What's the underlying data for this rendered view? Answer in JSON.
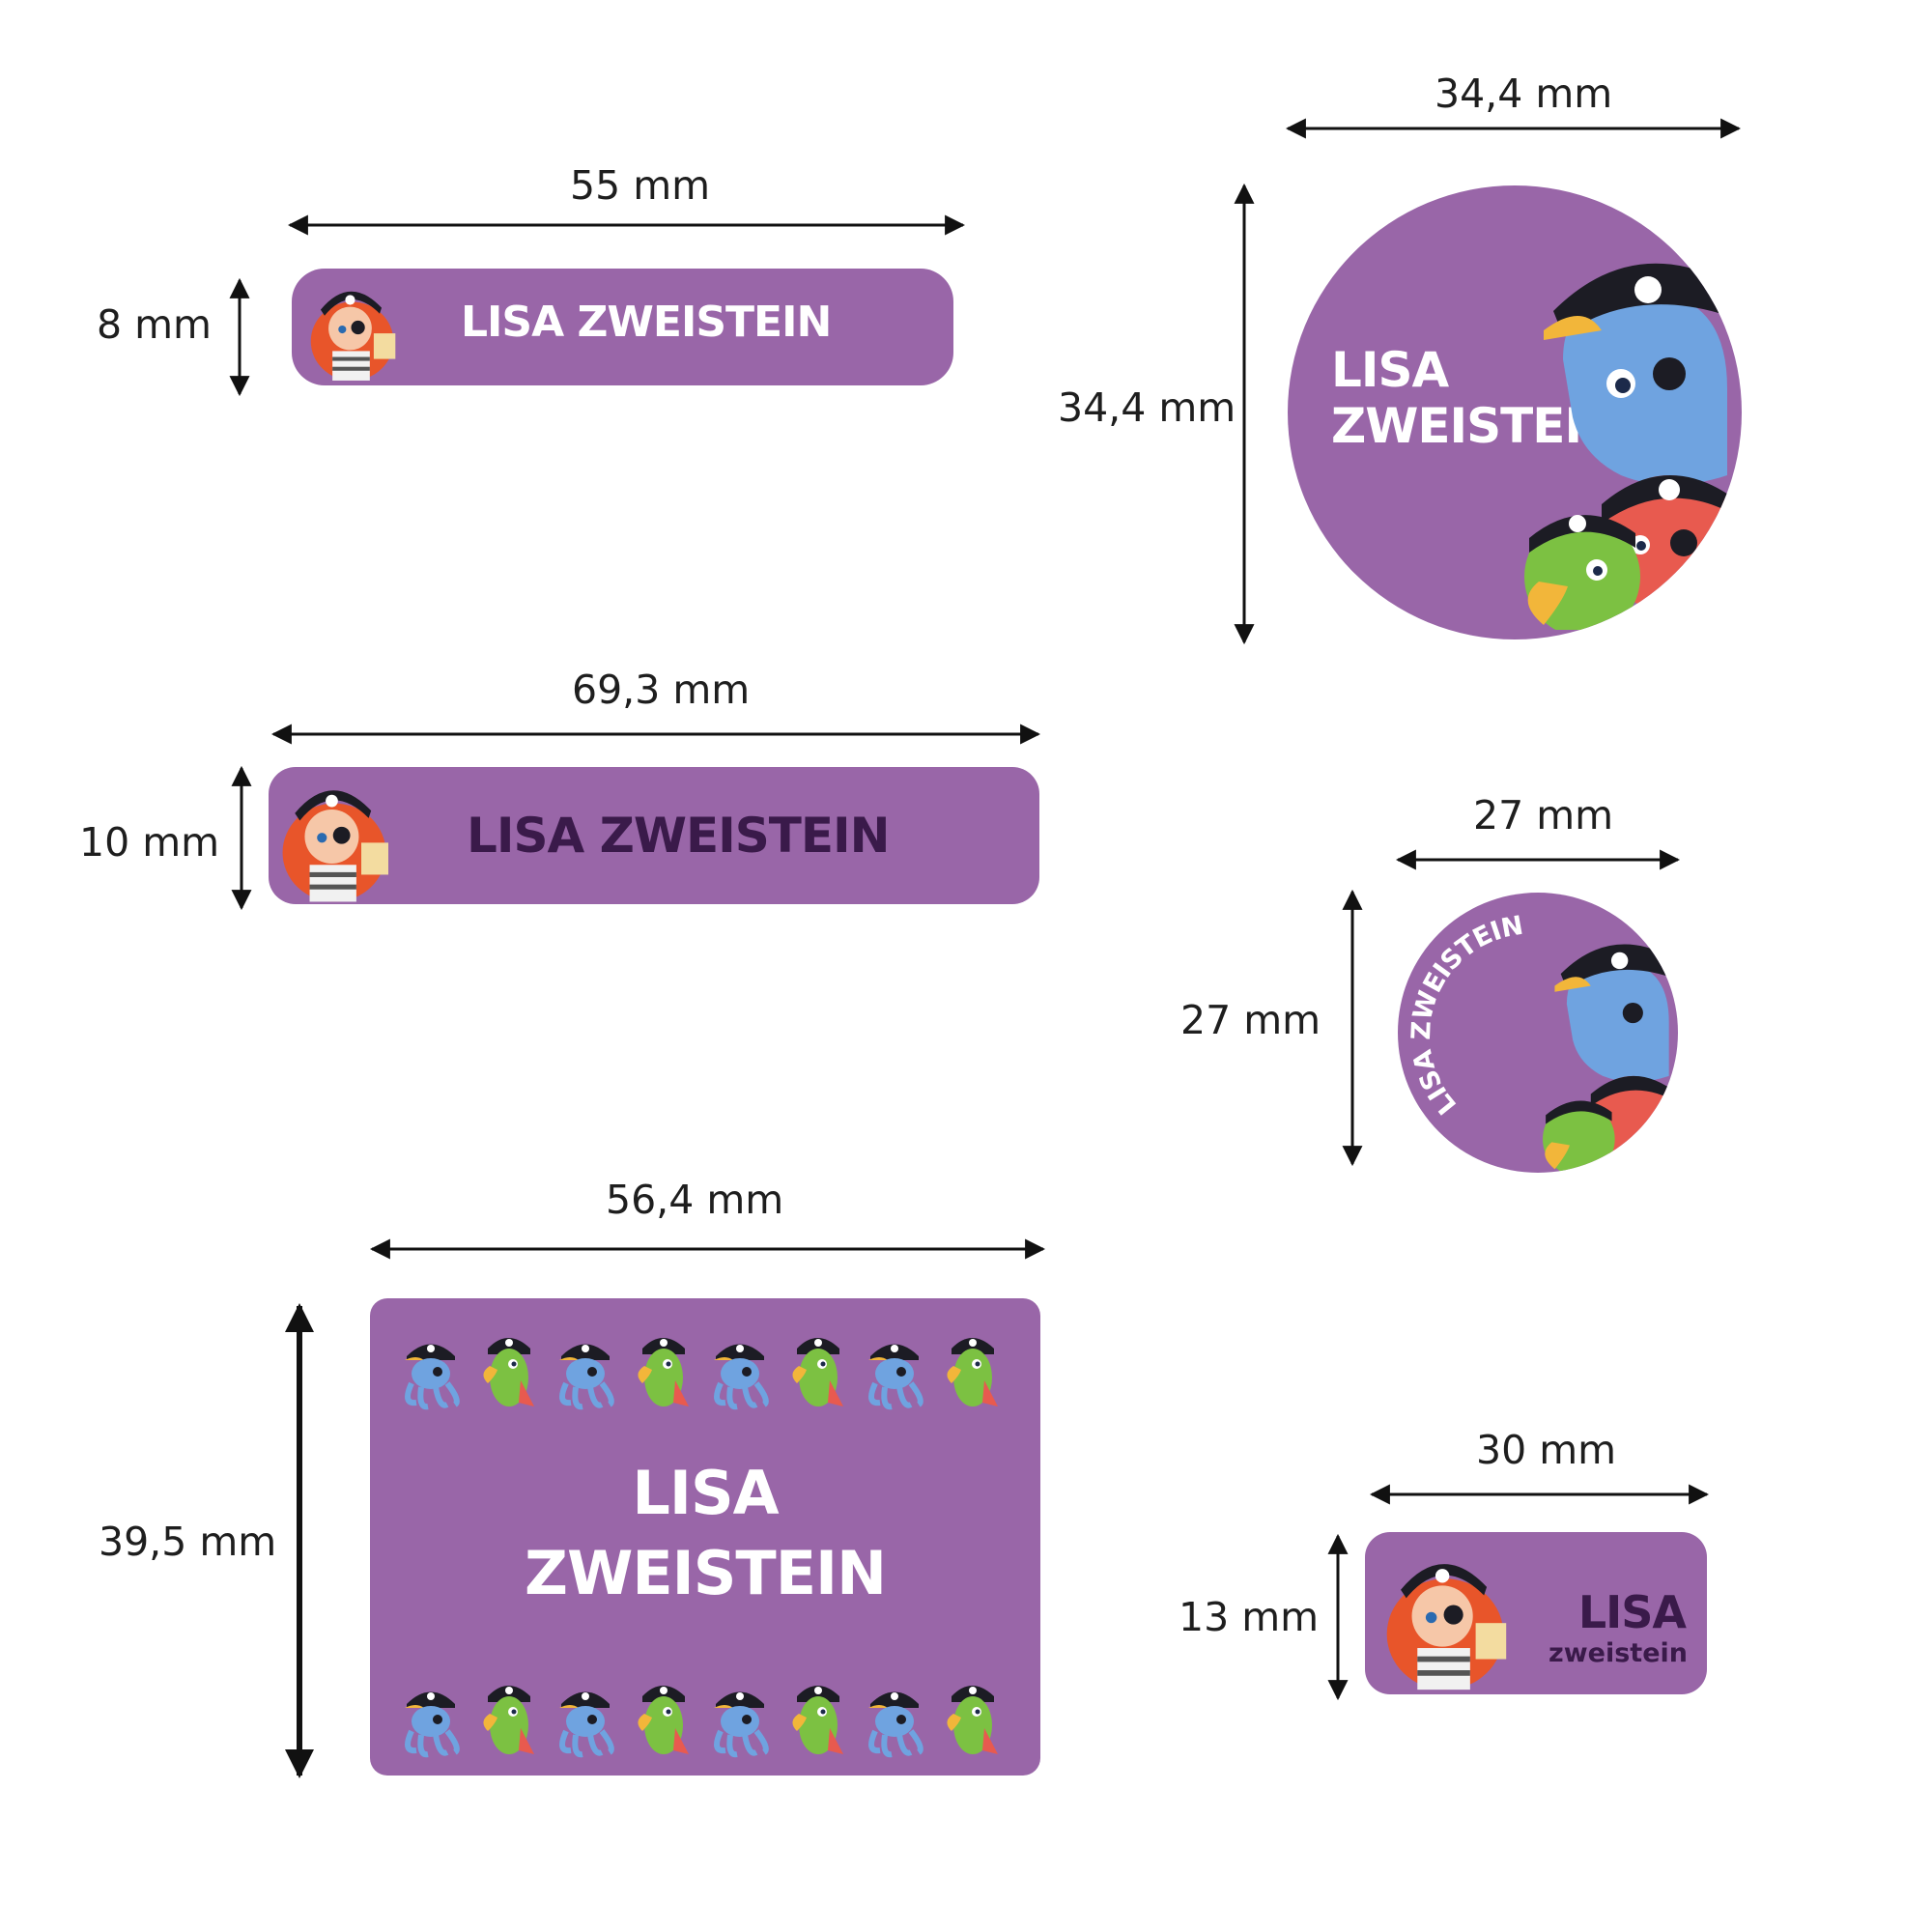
{
  "label_text": {
    "full": "LISA ZWEISTEIN",
    "first": "LISA",
    "last": "ZWEISTEIN",
    "last_small": "zweistein"
  },
  "dimensions": {
    "strip_small_width": "55 mm",
    "strip_small_height": "8 mm",
    "round_large_width": "34,4 mm",
    "round_large_height": "34,4 mm",
    "strip_large_width": "69,3 mm",
    "strip_large_height": "10 mm",
    "round_small_width": "27 mm",
    "round_small_height": "27 mm",
    "rect_width": "56,4 mm",
    "rect_height": "39,5 mm",
    "mini_width": "30 mm",
    "mini_height": "13 mm"
  },
  "colors": {
    "label_bg": "#9966a8",
    "text_white": "#ffffff",
    "text_dark": "#3a1a4a",
    "octopus": "#6fa3e0",
    "parrot_green": "#7cc142",
    "crab_red": "#e85a4f",
    "pirate_hat": "#1c1c24",
    "hair": "#e8552a"
  },
  "icons": [
    "pirate-girl-icon",
    "octopus-pirate-icon",
    "parrot-pirate-icon",
    "crab-pirate-icon",
    "double-arrow-icon"
  ]
}
